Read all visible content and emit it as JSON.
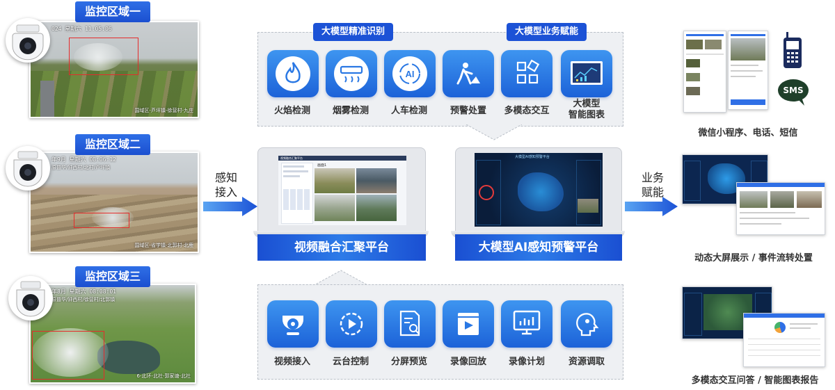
{
  "zones": {
    "zone1": {
      "title": "监控区域一",
      "stamp": "024 星期六 11:05:06",
      "caption": "国域区-芦坪镇-徐营村-九庄"
    },
    "zone2": {
      "title": "监控区域二",
      "stamp": "年9月 星期六 08:06:12",
      "stamp2": "原普华/钟西村/北村/芦坪镇",
      "caption": "国域区-省学镇-北郭村-北鹿"
    },
    "zone3": {
      "title": "监控区域三",
      "stamp": "年8月 星期六 08:08:01",
      "stamp2": "原普华/钟西村/徐营村/北郭镇",
      "caption": "6-北环-北社-郭家塘-北社"
    }
  },
  "arrows": {
    "left": "感知\n接入",
    "right": "业务\n赋能"
  },
  "top_panel": {
    "pill_left": "大模型精准识别",
    "pill_right": "大模型业务赋能",
    "items": [
      {
        "label": "火焰检测",
        "icon": "flame-icon"
      },
      {
        "label": "烟雾检测",
        "icon": "smoke-detector-icon"
      },
      {
        "label": "人车检测",
        "icon": "ai-detection-icon"
      },
      {
        "label": "预警处置",
        "icon": "worker-shovel-icon"
      },
      {
        "label": "多模态交互",
        "icon": "multimodal-blocks-icon"
      },
      {
        "label": "大模型\n智能图表",
        "icon": "chart-dashboard-icon"
      }
    ]
  },
  "bottom_panel": {
    "items": [
      {
        "label": "视频接入",
        "icon": "camera-icon"
      },
      {
        "label": "云台控制",
        "icon": "ptz-gear-icon"
      },
      {
        "label": "分屏预览",
        "icon": "document-search-icon"
      },
      {
        "label": "录像回放",
        "icon": "video-play-icon"
      },
      {
        "label": "录像计划",
        "icon": "monitor-chart-icon"
      },
      {
        "label": "资源调取",
        "icon": "ai-head-icon"
      }
    ]
  },
  "platforms": {
    "left": {
      "label": "视频融合汇聚平台",
      "screen_title": "视频融合汇聚平台",
      "panel_title": "画面1"
    },
    "right": {
      "label": "大模型AI感知预警平台",
      "screen_title": "大模型AI感知预警平台"
    }
  },
  "outputs": {
    "top": {
      "label": "微信小程序、电话、短信",
      "sms": "SMS"
    },
    "middle": {
      "label": "动态大屏展示 / 事件流转处置"
    },
    "bottom": {
      "label": "多模态交互问答 / 智能图表报告"
    }
  },
  "colors": {
    "brand_blue": "#1c52d6",
    "tile_blue": "#2a78e4",
    "alert_red": "#e52b2b"
  }
}
